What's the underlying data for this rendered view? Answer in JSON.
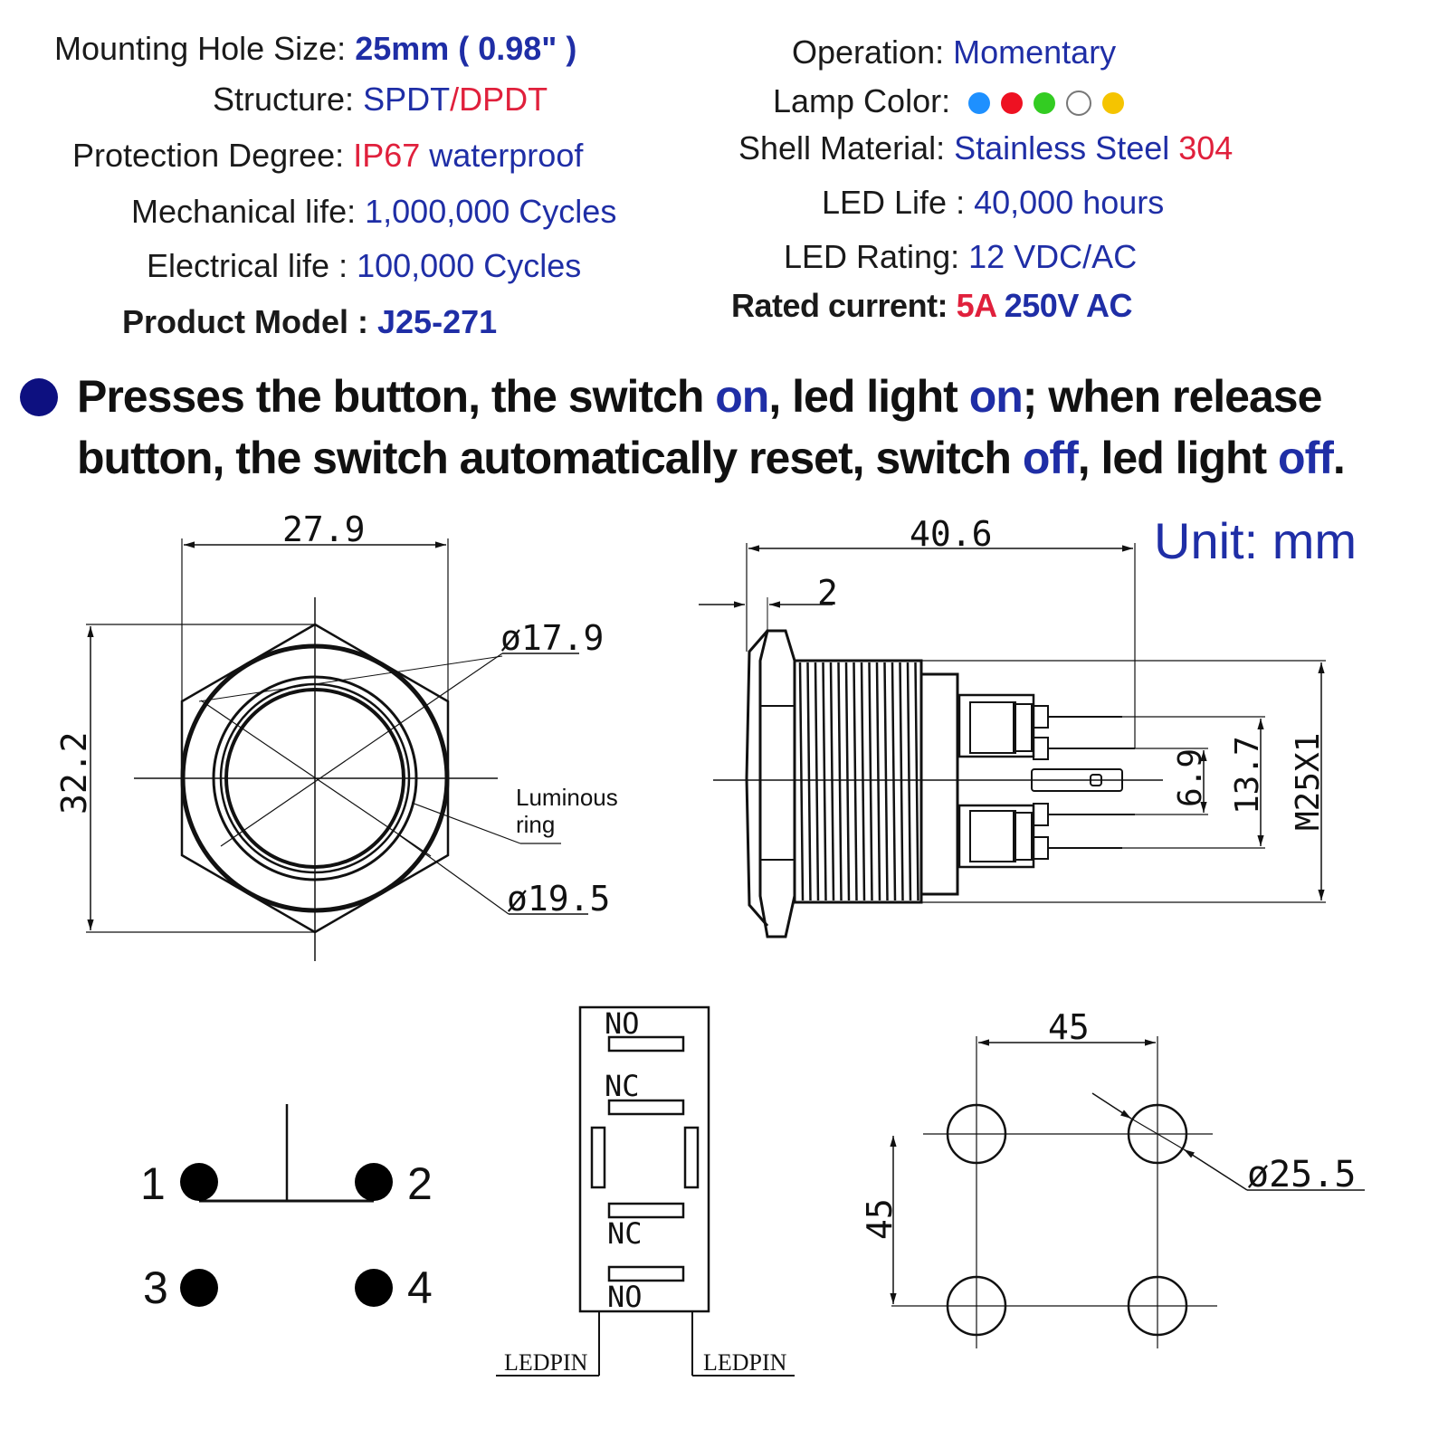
{
  "specs_left": [
    {
      "label": "Mounting Hole  Size:",
      "value": "25mm ( 0.98\" )"
    },
    {
      "label": "Structure:",
      "value_a": "SPDT",
      "sep": "/",
      "value_b": "DPDT"
    },
    {
      "label": "Protection  Degree:",
      "value_a": "IP67",
      "value_b": " waterproof"
    },
    {
      "label": "Mechanical life:",
      "value": "1,000,000 Cycles"
    },
    {
      "label": "Electrical  life :",
      "value": "100,000 Cycles"
    },
    {
      "label": "Product Model :",
      "value": "J25-271"
    }
  ],
  "specs_right": [
    {
      "label": "Operation:",
      "value": "Momentary"
    },
    {
      "label": "Lamp Color:"
    },
    {
      "label": "Shell Material:",
      "value_a": "Stainless Steel ",
      "value_b": "304"
    },
    {
      "label": "LED Life :",
      "value": "40,000 hours"
    },
    {
      "label": "LED Rating:",
      "value": "12 VDC/AC"
    },
    {
      "label": "Rated  current:",
      "value_a": "5A",
      "value_b": " 250V AC"
    }
  ],
  "lamp_colors": [
    "#1e90ff",
    "#ee1122",
    "#33cc22",
    "#ffffff",
    "#f5c400"
  ],
  "description": {
    "p1": "Presses the button, the switch ",
    "h1": "on",
    "p2": ", led light ",
    "h2": "on",
    "p3": "; when release button, the switch  automatically reset, switch ",
    "h3": "off",
    "p4": ", led light ",
    "h4": "off",
    "p5": "."
  },
  "unit_label": "Unit: mm",
  "front_view": {
    "width": "27.9",
    "height": "32.2",
    "dia_inner": "ø17.9",
    "dia_outer": "ø19.5",
    "luminous_1": "Luminous",
    "luminous_2": "ring"
  },
  "side_view": {
    "length": "40.6",
    "flange": "2",
    "pin_a": "6.9",
    "pin_b": "13.7",
    "thread": "M25X1"
  },
  "wiring": {
    "pins": [
      "1",
      "2",
      "3",
      "4"
    ]
  },
  "pin_layout": {
    "no_top": "NO",
    "nc_top": "NC",
    "nc_bottom": "NC",
    "no_bottom": "NO",
    "ledpin_left": "LEDPIN",
    "ledpin_right": "LEDPIN"
  },
  "panel_cutout": {
    "spacing_x": "45",
    "spacing_y": "45",
    "hole_dia": "ø25.5"
  }
}
